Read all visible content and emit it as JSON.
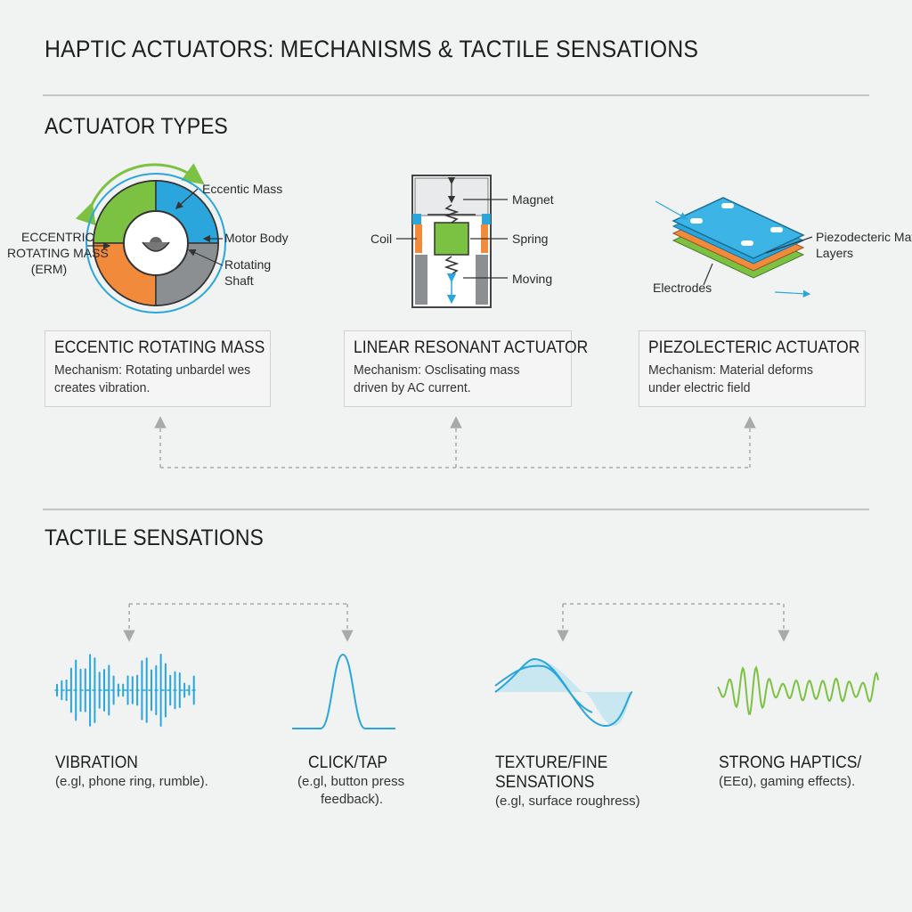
{
  "title": "HAPTIC ACTUATORS: MECHANISMS & TACTILE SENSATIONS",
  "sections": {
    "actuator_types": "ACTUATOR TYPES",
    "tactile_sensations": "TACTILE SENSATIONS"
  },
  "erm": {
    "label_line1": "ECCENTRIC",
    "label_line2": "ROTATING MASS",
    "label_line3": "(ERM)",
    "eccentric_mass": "Eccentic Mass",
    "motor_body": "Motor Body",
    "rotating_shaft_line1": "Rotating",
    "rotating_shaft_line2": "Shaft"
  },
  "lra": {
    "magnet": "Magnet",
    "coil": "Coil",
    "spring": "Spring",
    "moving": "Moving"
  },
  "piezo": {
    "layers_line1": "Piezodecteric Mat",
    "layers_line2": "Layers",
    "electrodes": "Electrodes"
  },
  "cards": [
    {
      "title": "ECCENTIC ROTATING MASS",
      "desc_line1": "Mechanism: Rotating unbardel wes",
      "desc_line2": "creates vibration."
    },
    {
      "title": "LINEAR RESONANT ACTUATOR",
      "desc_line1": "Mechanism: Osclisating mass",
      "desc_line2": "driven by AC current."
    },
    {
      "title": "PIEZOLECTERIC ACTUATOR",
      "desc_line1": "Mechanism: Material deforms",
      "desc_line2": "under electric field"
    }
  ],
  "sensations": [
    {
      "title_line1": "VIBRATION",
      "title_line2": "",
      "desc_line1": "(e.gl, phone ring, rumble).",
      "desc_line2": ""
    },
    {
      "title_line1": "CLICK/TAP",
      "title_line2": "",
      "desc_line1": "(e.gl, button press",
      "desc_line2": "feedback)."
    },
    {
      "title_line1": "TEXTURE/FINE",
      "title_line2": "SENSATIONS",
      "desc_line1": "(e.gl, surface roughress)",
      "desc_line2": ""
    },
    {
      "title_line1": "STRONG HAPTICS/",
      "title_line2": "",
      "desc_line1": "(EEɑ), gaming effects).",
      "desc_line2": ""
    }
  ],
  "colors": {
    "blue": "#2aa6dc",
    "green": "#7cc242",
    "orange": "#f28a3c",
    "gray": "#8c8f92",
    "rule": "#c4c6c6"
  }
}
